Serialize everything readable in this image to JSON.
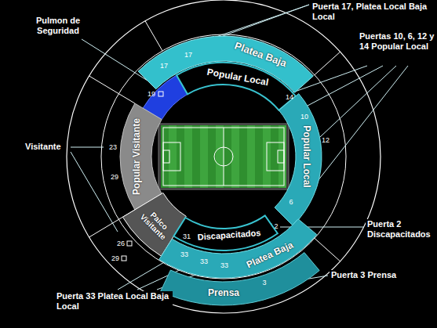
{
  "diagram": {
    "nodes": [
      {
        "text": [
          "Platea Baja"
        ]
      },
      {
        "text": [
          "Popular Local"
        ]
      },
      {
        "text": [
          "Popular Local"
        ]
      },
      {
        "text": [
          "Popular Visitante"
        ]
      },
      {
        "text": [
          "Palco Visitante"
        ]
      },
      {
        "text": [
          "Discapacitados"
        ]
      },
      {
        "text": [
          "Platea Baja"
        ]
      },
      {
        "text": [
          "Prensa"
        ]
      }
    ],
    "labels": [
      "Pulmon de Seguridad",
      "Puerta 17, Platea Local Baja Local",
      "17",
      "17",
      "19",
      "Puertas 10, 6, 12 y 14 Popular Local",
      "14",
      "10",
      "12",
      "Visitante",
      "23",
      "29",
      "6",
      "26",
      "29",
      "31",
      "2",
      "Puerta 2 Discapacitados",
      "33",
      "33",
      "33",
      "3",
      "Puerta 3 Prensa",
      "Puerta 33 Platea Local Baja Local"
    ]
  }
}
